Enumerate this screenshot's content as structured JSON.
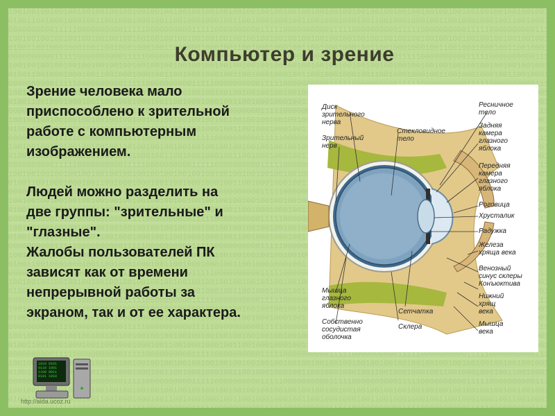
{
  "slide": {
    "title": "Компьютер и зрение",
    "paragraph1": "Зрение человека мало\nприспособлено к зрительной\nработе с компьютерным\nизображением.",
    "paragraph2": "Людей можно разделить на\nдве группы: \"зрительные\" и\n\"глазные\".",
    "paragraph3": "Жалобы пользователей ПК\nзависят как от времени\nнепрерывной работы за\nэкраном, так и от ее характера.",
    "watermark": "http://aida.ucoz.ru"
  },
  "eye_diagram": {
    "labels_left": [
      [
        "Диск",
        "зрительного",
        "нерва"
      ],
      [
        "Зрительный",
        "нерв"
      ],
      [
        "Мышца",
        "глазного",
        "яблока"
      ],
      [
        "Собственно",
        "сосудистая",
        "оболочка"
      ]
    ],
    "labels_center": [
      [
        "Стекловидное",
        "тело"
      ],
      [
        "Сетчатка"
      ],
      [
        "Склера"
      ]
    ],
    "labels_right": [
      [
        "Ресничное",
        "тело"
      ],
      [
        "Задняя",
        "камера",
        "глазного",
        "яблока"
      ],
      [
        "Передняя",
        "камера",
        "глазного",
        "яблока"
      ],
      [
        "Роговица"
      ],
      [
        "Хрусталик"
      ],
      [
        "Радужка"
      ],
      [
        "Железа",
        "хряща века"
      ],
      [
        "Венозный",
        "синус склеры"
      ],
      [
        "Конъюктива"
      ],
      [
        "Нижний",
        "хрящ",
        "века"
      ],
      [
        "Мышца",
        "века"
      ]
    ]
  },
  "colors": {
    "background": "#bfdc97",
    "border": "#8cbf63",
    "title": "#3d3d2d"
  },
  "icons": {
    "computer": "computer-icon"
  }
}
